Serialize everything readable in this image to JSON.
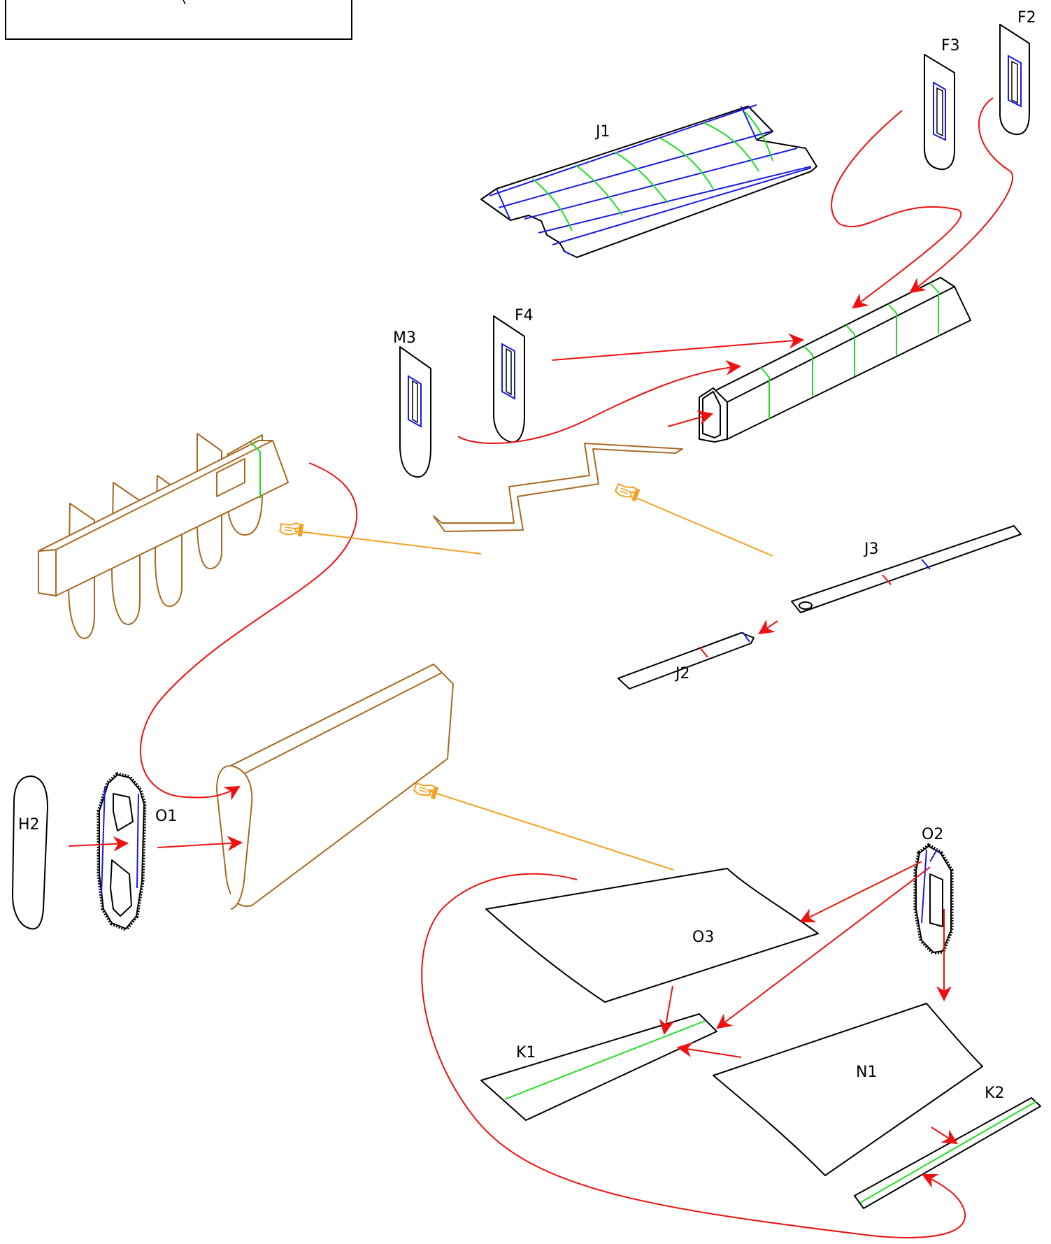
{
  "diagram": {
    "colors": {
      "outline": "#000000",
      "brown": "#a86a22",
      "blue": "#1a1ae6",
      "green": "#22dd22",
      "red": "#ee1111",
      "orange": "#f5a020"
    },
    "labels": {
      "F2": "F2",
      "F3": "F3",
      "F4": "F4",
      "M3": "M3",
      "J1": "J1",
      "J2": "J2",
      "J3": "J3",
      "H2": "H2",
      "O1": "O1",
      "O2": "O2",
      "O3": "O3",
      "K1": "K1",
      "K2": "K2",
      "N1": "N1"
    },
    "icons": [
      "hand-pointer-icon"
    ]
  }
}
